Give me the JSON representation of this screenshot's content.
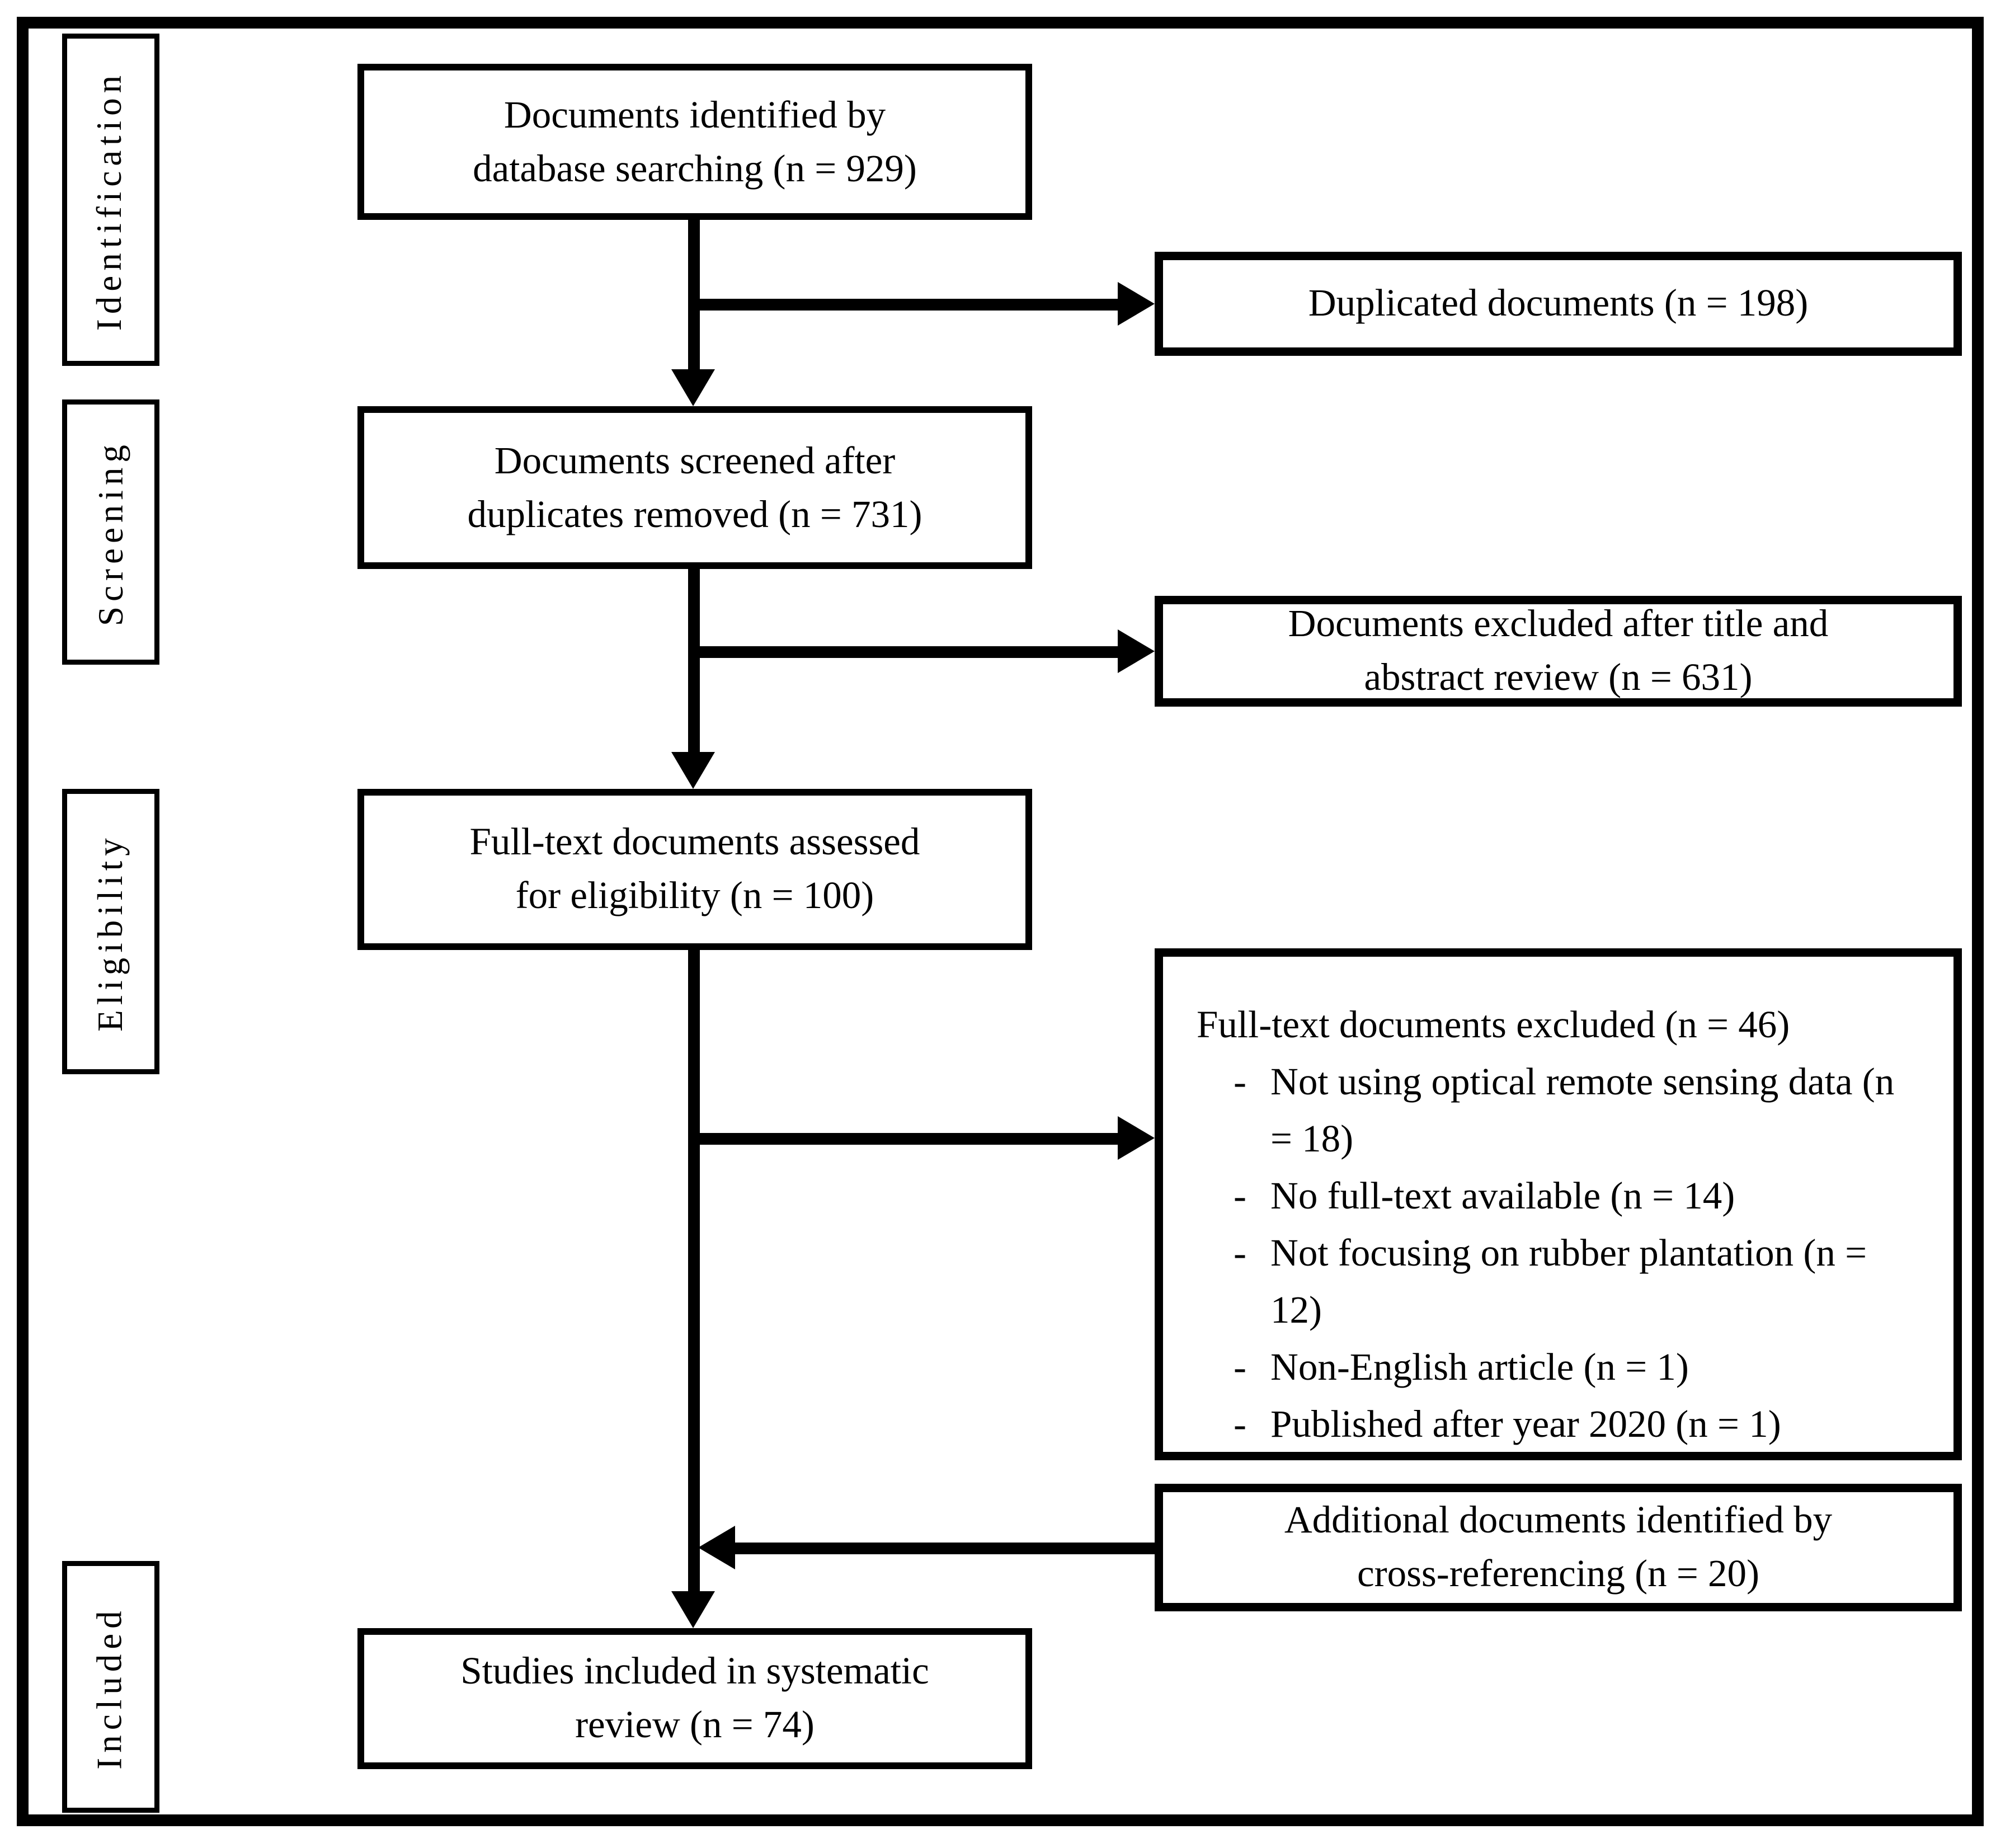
{
  "figure": {
    "type": "prisma-flow-diagram",
    "colors": {
      "line": "#000000",
      "background": "#ffffff"
    },
    "stages": [
      {
        "label": "Identification"
      },
      {
        "label": "Screening"
      },
      {
        "label": "Eligibility"
      },
      {
        "label": "Included"
      }
    ],
    "boxes": {
      "identified": "Documents identified by\ndatabase searching (n = 929)",
      "duplicated": "Duplicated documents (n = 198)",
      "screened": "Documents screened after\nduplicates removed (n = 731)",
      "excluded_title_abstract": "Documents excluded after title and\nabstract review (n = 631)",
      "fulltext_assessed": "Full-text documents assessed\nfor eligibility (n = 100)",
      "fulltext_excluded_title": "Full-text documents excluded (n = 46)",
      "fulltext_excluded_reasons": [
        "Not using optical remote sensing data (n = 18)",
        "No full-text available (n = 14)",
        "Not focusing on rubber plantation (n = 12)",
        "Non-English article (n = 1)",
        "Published after year 2020 (n = 1)"
      ],
      "cross_referencing": "Additional documents identified by\ncross-referencing (n = 20)",
      "included_studies": "Studies included in systematic\nreview (n = 74)"
    },
    "counts": {
      "identified": 929,
      "duplicated": 198,
      "screened": 731,
      "excluded_title_abstract": 631,
      "fulltext_assessed": 100,
      "fulltext_excluded": 46,
      "not_using_optical_remote_sensing": 18,
      "no_fulltext_available": 14,
      "not_focusing_rubber_plantation": 12,
      "non_english_article": 1,
      "published_after_2020": 1,
      "cross_referencing": 20,
      "included_studies": 74
    }
  }
}
